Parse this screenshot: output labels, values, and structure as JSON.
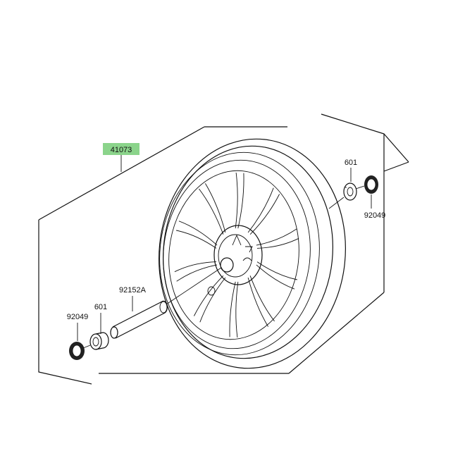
{
  "diagram": {
    "highlighted_part": {
      "number": "41073",
      "color": "#8bd48b"
    },
    "parts": {
      "bearing_right": "601",
      "seal_right": "92049",
      "collar": "92152A",
      "bearing_left": "601",
      "seal_left": "92049"
    }
  }
}
